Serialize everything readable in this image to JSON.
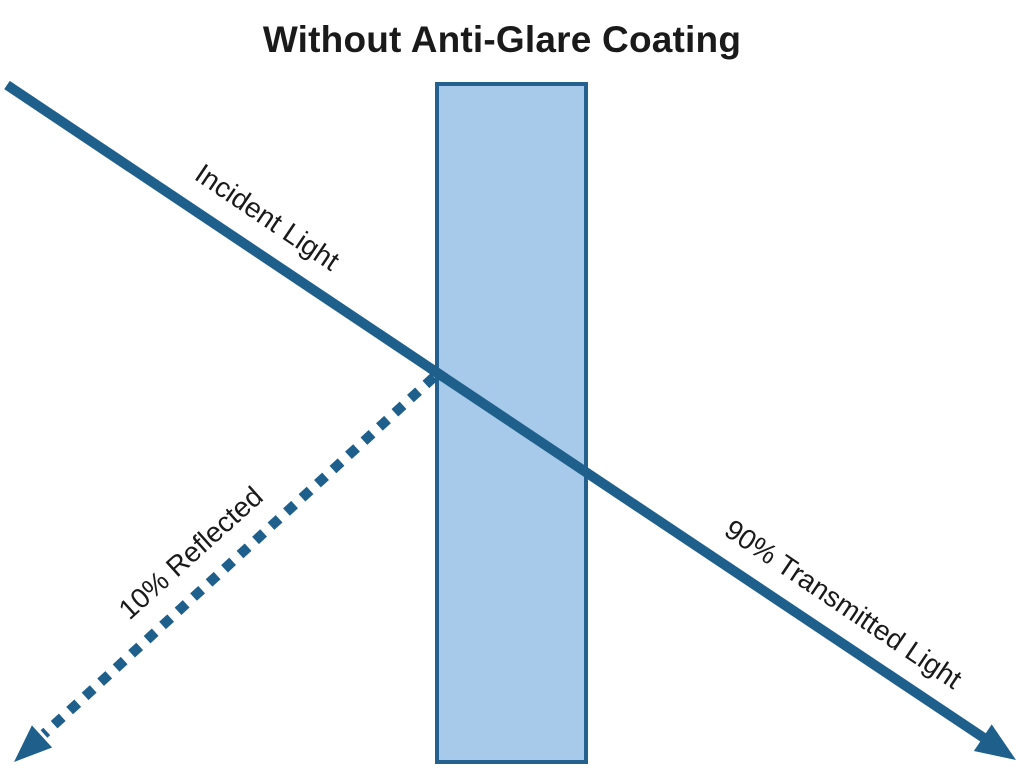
{
  "title": "Without Anti-Glare Coating",
  "diagram": {
    "labels": {
      "incident": "Incident Light",
      "reflected": "10% Reflected",
      "transmitted": "90% Transmitted Light"
    },
    "values": {
      "reflected_percent": "10%",
      "transmitted_percent": "90%"
    },
    "colors": {
      "ray": "#1E5F8C",
      "glass_fill": "#A7CAEA",
      "glass_border": "#25618F",
      "text": "#1A1A1A"
    }
  }
}
